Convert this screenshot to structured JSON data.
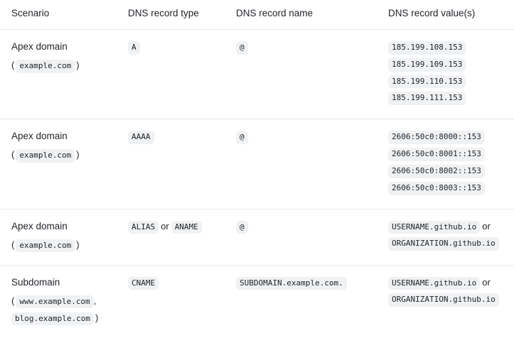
{
  "table": {
    "headers": [
      "Scenario",
      "DNS record type",
      "DNS record name",
      "DNS record value(s)"
    ],
    "separators": {
      "or": "or",
      "comma": ",",
      "paren_open": "(",
      "paren_close": ")"
    },
    "rows": [
      {
        "scenario": "Apex domain",
        "examples": [
          "example.com"
        ],
        "record_type": [
          "A"
        ],
        "record_name": [
          "@"
        ],
        "record_values": [
          "185.199.108.153",
          "185.199.109.153",
          "185.199.110.153",
          "185.199.111.153"
        ]
      },
      {
        "scenario": "Apex domain",
        "examples": [
          "example.com"
        ],
        "record_type": [
          "AAAA"
        ],
        "record_name": [
          "@"
        ],
        "record_values": [
          "2606:50c0:8000::153",
          "2606:50c0:8001::153",
          "2606:50c0:8002::153",
          "2606:50c0:8003::153"
        ]
      },
      {
        "scenario": "Apex domain",
        "examples": [
          "example.com"
        ],
        "record_type": [
          "ALIAS",
          "ANAME"
        ],
        "record_name": [
          "@"
        ],
        "record_values": [
          "USERNAME.github.io",
          "ORGANIZATION.github.io"
        ]
      },
      {
        "scenario": "Subdomain",
        "examples": [
          "www.example.com",
          "blog.example.com"
        ],
        "record_type": [
          "CNAME"
        ],
        "record_name": [
          "SUBDOMAIN.example.com."
        ],
        "record_values": [
          "USERNAME.github.io",
          "ORGANIZATION.github.io"
        ]
      }
    ]
  },
  "colors": {
    "badge_background": "#eff1f3",
    "text": "#1f2328",
    "border": "#e6e8ea",
    "page_background": "#ffffff"
  }
}
